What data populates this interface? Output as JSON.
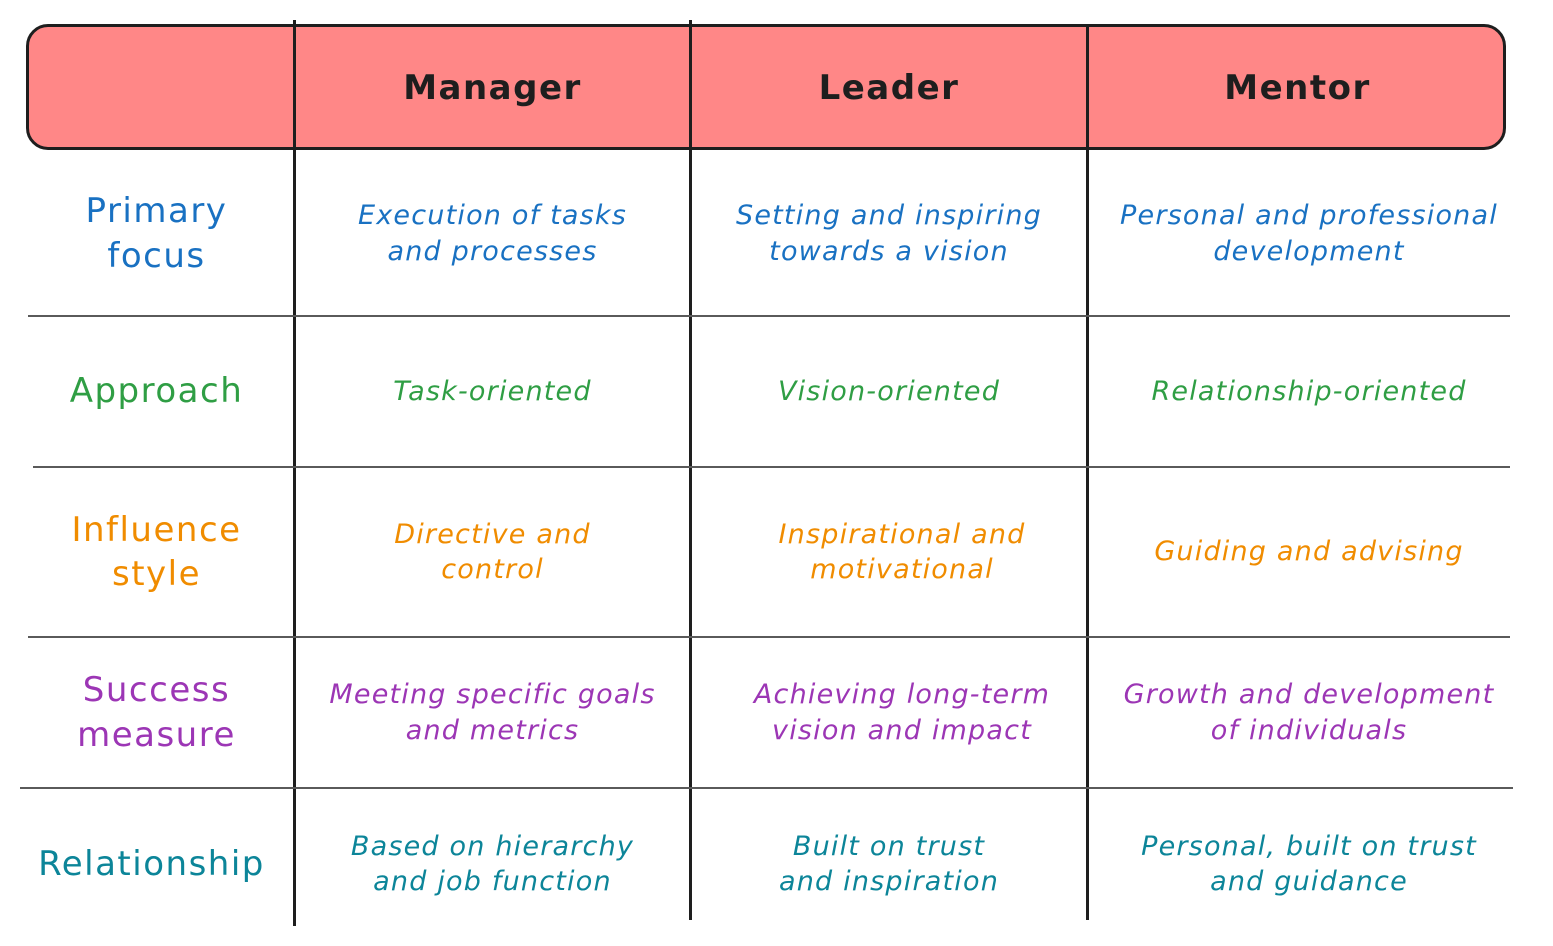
{
  "columns": [
    "Manager",
    "Leader",
    "Mentor"
  ],
  "colors": {
    "header_fill": "#ff8787",
    "line": "#1e1e1e",
    "primary_focus": "#1971c2",
    "approach": "#2f9e44",
    "influence_style": "#f08c00",
    "success_measure": "#9c36b5",
    "relationship": "#0c8599"
  },
  "rows": [
    {
      "label": "Primary\nfocus",
      "color": "#1971c2",
      "cells": [
        "Execution of tasks\nand processes",
        "Setting and inspiring\ntowards a vision",
        "Personal and professional\ndevelopment"
      ]
    },
    {
      "label": "Approach",
      "color": "#2f9e44",
      "cells": [
        "Task-oriented",
        "Vision-oriented",
        "Relationship-oriented"
      ]
    },
    {
      "label": "Influence\nstyle",
      "color": "#f08c00",
      "cells": [
        "Directive and\ncontrol",
        "Inspirational and\nmotivational",
        "Guiding and advising"
      ]
    },
    {
      "label": "Success\nmeasure",
      "color": "#9c36b5",
      "cells": [
        "Meeting specific goals\nand metrics",
        "Achieving long-term\nvision and impact",
        "Growth and development\nof individuals"
      ]
    },
    {
      "label": "Relationship",
      "color": "#0c8599",
      "cells": [
        "Based on hierarchy\nand job function",
        "Built on trust\nand inspiration",
        "Personal, built on trust\nand guidance"
      ]
    }
  ]
}
